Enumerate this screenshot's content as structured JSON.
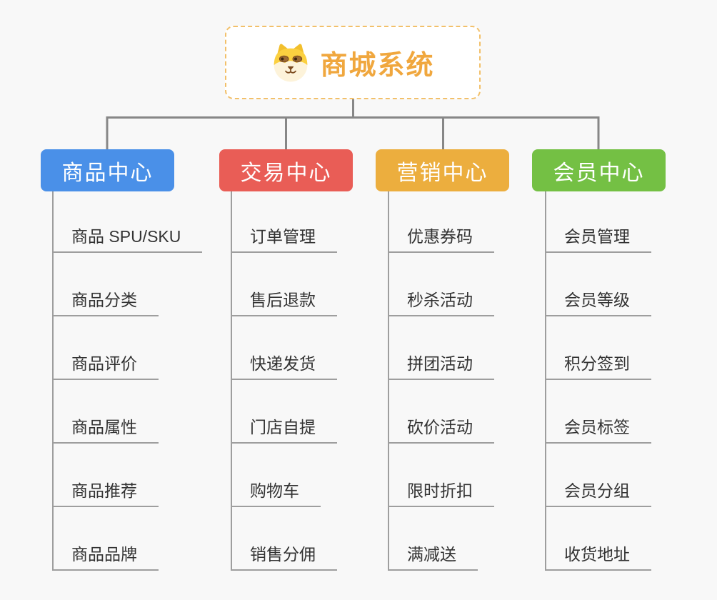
{
  "root": {
    "title": "商城系统",
    "icon": "shiba-dog-icon",
    "title_color": "#f0a73e",
    "border_color": "#f2c06a"
  },
  "branches": [
    {
      "label": "商品中心",
      "color": "#4a90e8",
      "items": [
        "商品 SPU/SKU",
        "商品分类",
        "商品评价",
        "商品属性",
        "商品推荐",
        "商品品牌"
      ]
    },
    {
      "label": "交易中心",
      "color": "#e95d56",
      "items": [
        "订单管理",
        "售后退款",
        "快递发货",
        "门店自提",
        "购物车",
        "销售分佣"
      ]
    },
    {
      "label": "营销中心",
      "color": "#ecae3e",
      "items": [
        "优惠券码",
        "秒杀活动",
        "拼团活动",
        "砍价活动",
        "限时折扣",
        "满减送"
      ]
    },
    {
      "label": "会员中心",
      "color": "#74c044",
      "items": [
        "会员管理",
        "会员等级",
        "积分签到",
        "会员标签",
        "会员分组",
        "收货地址"
      ]
    }
  ],
  "connector_color": "#878787",
  "underline_color": "#9e9e9e"
}
